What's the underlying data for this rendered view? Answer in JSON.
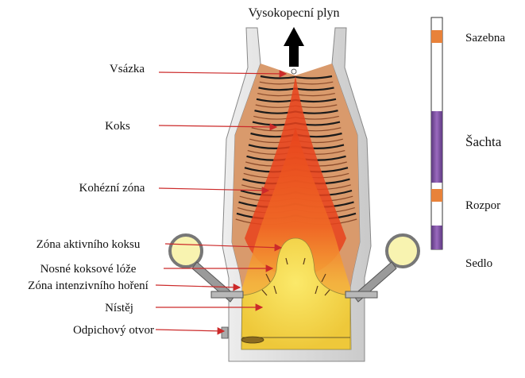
{
  "title": "Vysokopecní plyn",
  "left_labels": [
    "Vsázka",
    "Koks",
    "Kohézní zóna",
    "Zóna aktivního koksu",
    "Nosné koksové lóže",
    "Zóna intenzivního hoření",
    "Nístěj",
    "Odpichový otvor"
  ],
  "right_labels": [
    "Sazebna",
    "Šachta",
    "Rozpor",
    "Sedlo"
  ],
  "colors": {
    "arrow_line": "#cc2a2a",
    "furnace_wall": "#d6d6d6",
    "coke_layers": "#c98a5e",
    "ore_layers": "#1a1a1a",
    "cohesive_zone": "#e8421c",
    "hearth": "#f2d33b",
    "scale_orange": "#e8823a",
    "scale_purple": "#7a4a9a"
  }
}
